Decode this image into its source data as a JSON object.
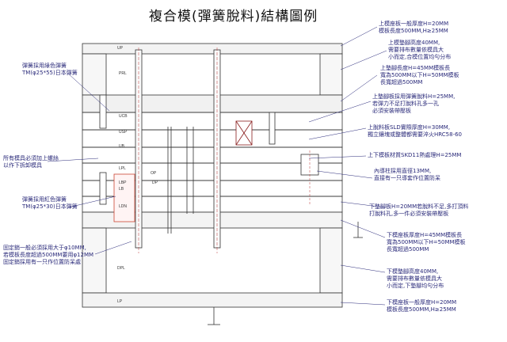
{
  "title": "複合模(彈簧脫料)結構圖例",
  "plate_labels": [
    "UP",
    "PRL",
    "USP",
    "UB",
    "UCB",
    "OP",
    "LPL",
    "DP",
    "LB",
    "LBP",
    "LDN",
    "DPL",
    "LP"
  ],
  "notes": [
    {
      "id": "upper-base",
      "lines": [
        "上模座板一般厚度H=20MM",
        "模板長度500MM,H≥25MM"
      ]
    },
    {
      "id": "upper-pad",
      "lines": [
        "上模墊腳高度40MM,",
        "需要排布數量依模具大",
        "小而定,合模位置均勻分布"
      ]
    },
    {
      "id": "upper-holder",
      "lines": [
        "上墊腳長度H=45MM模板長",
        "寬為500MM以下H=50MM模板",
        "長寬超過500MM"
      ]
    },
    {
      "id": "stripper-back",
      "lines": [
        "上墊腳板採用彈簧脫料H=25MM,",
        "若彈力不足打脫料孔多一孔",
        "必須安裝帶壓板"
      ]
    },
    {
      "id": "stripper-sld",
      "lines": [
        "上脫料板SLD實際厚度H=30MM,",
        "獨立鑲塊或整體都需要淬火HRC58-60"
      ]
    },
    {
      "id": "die-skd11",
      "lines": [
        "上下模板材質SKD11熱處理H=25MM"
      ]
    },
    {
      "id": "inner-guide",
      "lines": [
        "內導柱採用直徑13MM,",
        "直接有一只導套作位置防呆"
      ]
    },
    {
      "id": "lower-plate",
      "lines": [
        "下墊腳板H=20MM若脫料不足,多打頂料",
        "打脫料孔,多一件必須安裝帶壓板"
      ]
    },
    {
      "id": "lower-holder",
      "lines": [
        "下模座板厚度H=45MM模板長",
        "寬為500MM以下H=50MM模板",
        "長寬超過500MM"
      ]
    },
    {
      "id": "lower-pad",
      "lines": [
        "下模墊腳高度40MM,",
        "需要排布數量依模具大",
        "小而定,下墊腳均勻分布"
      ]
    },
    {
      "id": "lower-base",
      "lines": [
        "下模座板一般厚度H=20MM",
        "模板長度500MM,H≥25MM"
      ]
    },
    {
      "id": "spring-upper",
      "lines": [
        "彈簧採用綠色彈簧",
        "TM(φ25*55)日本彈簧"
      ]
    },
    {
      "id": "bolt-note",
      "lines": [
        "所有模具必須加上螺絲",
        "以作下拆卸模具"
      ]
    },
    {
      "id": "spring-lower",
      "lines": [
        "彈簧採用紅色彈簧",
        "TM(φ25*30)日本彈簧"
      ]
    },
    {
      "id": "guide-post",
      "lines": [
        "固定銷一般必須採用大于φ10MM,",
        "若模板長度超過500MM要用φ12MM",
        "固定銷採用有一只作位置防呆處"
      ]
    }
  ]
}
